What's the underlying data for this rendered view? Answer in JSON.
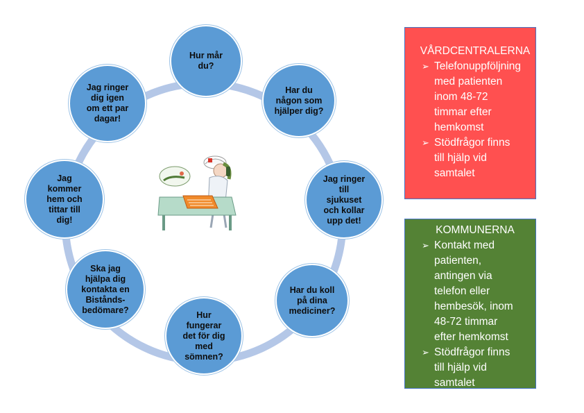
{
  "cycle": {
    "nodes": [
      {
        "id": "hur-mar-du",
        "text": "Hur mår\ndu?"
      },
      {
        "id": "har-du-nagon",
        "text": "Har du\nnågon som\nhjälper dig?"
      },
      {
        "id": "jag-ringer-sjukhuset",
        "text": "Jag ringer\ntill\nsjukuset\noch kollar\nupp det!"
      },
      {
        "id": "har-du-koll",
        "text": "Har du koll\npå dina\nmediciner?"
      },
      {
        "id": "hur-fungerar-somnen",
        "text": "Hur\nfungerar\ndet för dig\nmed\nsömnen?"
      },
      {
        "id": "ska-jag-hjalpa",
        "text": "Ska jag\nhjälpa dig\nkontakta en\nBistånds-\nbedömare?"
      },
      {
        "id": "jag-kommer-hem",
        "text": "Jag\nkommer\nhem och\ntittar till\ndig!"
      },
      {
        "id": "jag-ringer-igen",
        "text": "Jag ringer\ndig igen\nom ett par\ndagar!"
      }
    ]
  },
  "illustration": {
    "icon": "nurse-on-phone-illustration"
  },
  "vardcentralerna": {
    "title": "VÅRDCENTRALERNA",
    "bullet": "➢",
    "items": [
      "Telefonuppföljning\nmed patienten\ninom 48-72\ntimmar efter\nhemkomst",
      "Stödfrågor finns\ntill hjälp vid\nsamtalet"
    ],
    "color": "#ff5050"
  },
  "kommunerna": {
    "title": "KOMMUNERNA",
    "bullet": "➢",
    "items": [
      "Kontakt med\npatienten,\nantingen via\ntelefon eller\nhembesök, inom\n48-72 timmar\nefter hemkomst",
      "Stödfrågor finns\ntill hjälp vid\nsamtalet"
    ],
    "color": "#548235"
  },
  "colors": {
    "node": "#5b9bd5",
    "ring": "#b4c7e7"
  }
}
